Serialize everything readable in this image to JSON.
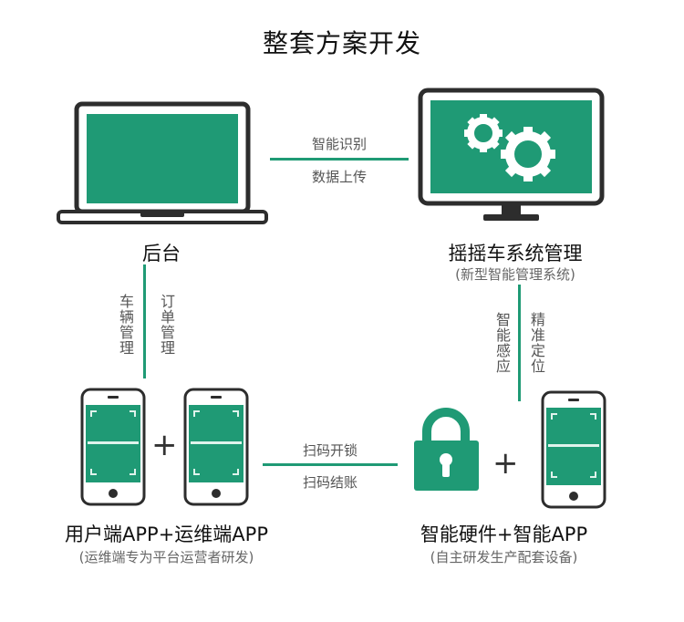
{
  "title": "整套方案开发",
  "nodes": {
    "backend": {
      "label": "后台"
    },
    "management": {
      "label": "摇摇车系统管理",
      "sub": "(新型智能管理系统)"
    },
    "apps": {
      "label": "用户端APP+运维端APP",
      "sub": "(运维端专为平台运营者研发)"
    },
    "hardware": {
      "label": "智能硬件+智能APP",
      "sub": "(自主研发生产配套设备)"
    }
  },
  "edges": {
    "top": {
      "label_a": "智能识别",
      "label_b": "数据上传"
    },
    "left": {
      "label_a": "车辆管理",
      "label_b": "订单管理"
    },
    "right": {
      "label_a": "智能感应",
      "label_b": "精准定位"
    },
    "bottom": {
      "label_a": "扫码开锁",
      "label_b": "扫码结账"
    }
  },
  "plus_sign": "+",
  "colors": {
    "accent": "#1f9a75",
    "device": "#2d2d2d"
  },
  "icons": [
    "laptop-icon",
    "monitor-icon",
    "gear-icon",
    "smartphone-icon",
    "padlock-icon"
  ]
}
